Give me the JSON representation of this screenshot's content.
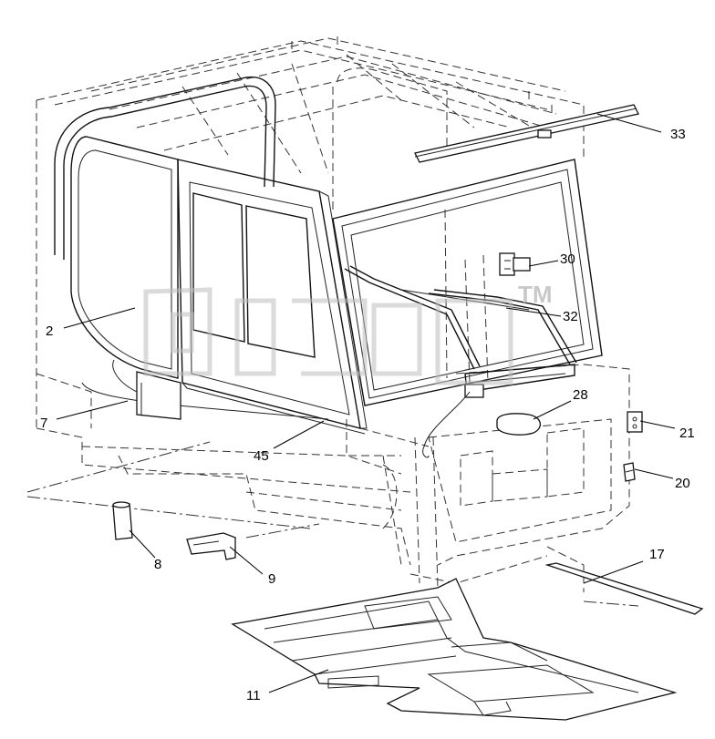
{
  "diagram": {
    "callouts": [
      {
        "id": "2",
        "text": "2"
      },
      {
        "id": "7",
        "text": "7"
      },
      {
        "id": "8",
        "text": "8"
      },
      {
        "id": "9",
        "text": "9"
      },
      {
        "id": "11",
        "text": "11"
      },
      {
        "id": "17",
        "text": "17"
      },
      {
        "id": "20",
        "text": "20"
      },
      {
        "id": "21",
        "text": "21"
      },
      {
        "id": "28",
        "text": "28"
      },
      {
        "id": "30",
        "text": "30"
      },
      {
        "id": "32",
        "text": "32"
      },
      {
        "id": "33",
        "text": "33"
      },
      {
        "id": "45",
        "text": "45"
      }
    ],
    "watermark": {
      "mark": "TM"
    }
  }
}
